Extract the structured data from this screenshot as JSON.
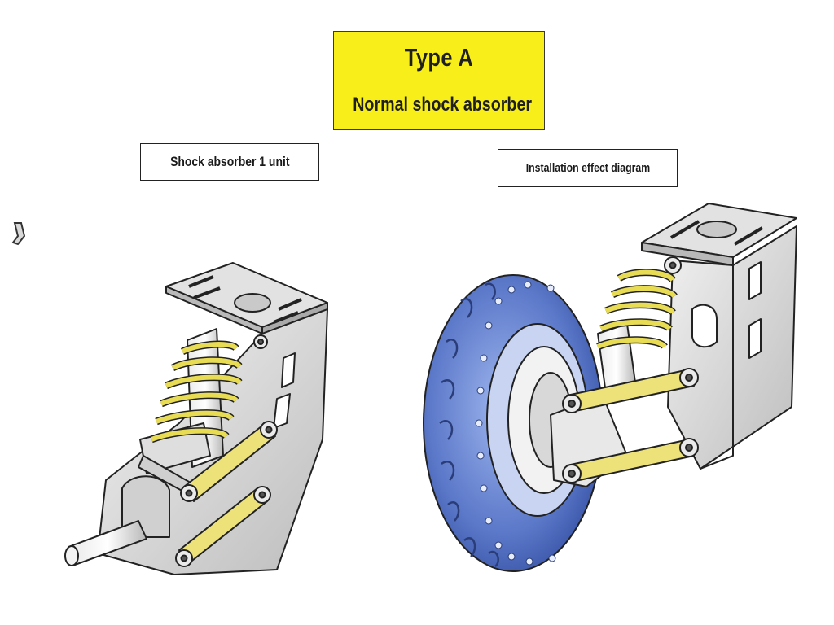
{
  "title": {
    "main": "Type A",
    "sub": "Normal shock absorber"
  },
  "labels": {
    "unit": "Shock absorber 1 unit",
    "installation": "Installation effect diagram"
  },
  "colors": {
    "title_background": "#f8ef1a",
    "spring": "#e9dc55",
    "bracket": "#d6d6d6",
    "tire": "#5b78c9"
  },
  "illustrations": {
    "left": "shock-absorber-unit",
    "right": "shock-absorber-installed-on-wheel"
  }
}
